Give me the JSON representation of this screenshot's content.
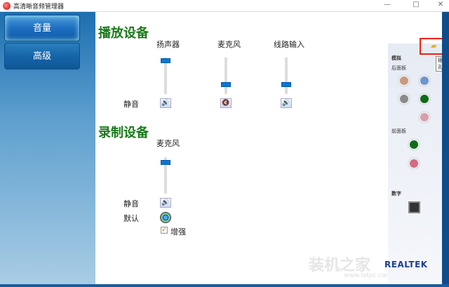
{
  "window": {
    "title": "高清晰音频管理器",
    "minimize": "—",
    "maximize": "□",
    "close": "✕"
  },
  "sidebar": {
    "items": [
      {
        "label": "音量",
        "selected": true
      },
      {
        "label": "高级",
        "selected": false
      }
    ]
  },
  "playback": {
    "heading": "播放设备",
    "mute_label": "静音",
    "devices": [
      {
        "name": "扬声器",
        "level": 100,
        "muted": false
      },
      {
        "name": "麦克风",
        "level": 25,
        "muted": true
      },
      {
        "name": "线路输入",
        "level": 25,
        "muted": false
      }
    ]
  },
  "recording": {
    "heading": "录制设备",
    "mute_label": "静音",
    "default_label": "默认",
    "boost_label": "增强",
    "boost_checked": true,
    "devices": [
      {
        "name": "麦克风",
        "level": 90,
        "muted": false
      }
    ]
  },
  "jacks": {
    "analog": "模拟",
    "back_panel": "后面板",
    "front_panel": "前面板",
    "digital": "数字",
    "tooltip": "插孔",
    "back_colors": [
      "#c89a7e",
      "#6d95d4",
      "#8a8a8a",
      "#0f6b1a",
      "#d9a0ab"
    ],
    "front_colors": [
      "#0f6b1a",
      "#d46b7e"
    ]
  },
  "brand": "REALTEK",
  "watermark": {
    "text": "装机之家",
    "url": "www.lotpc.com"
  }
}
